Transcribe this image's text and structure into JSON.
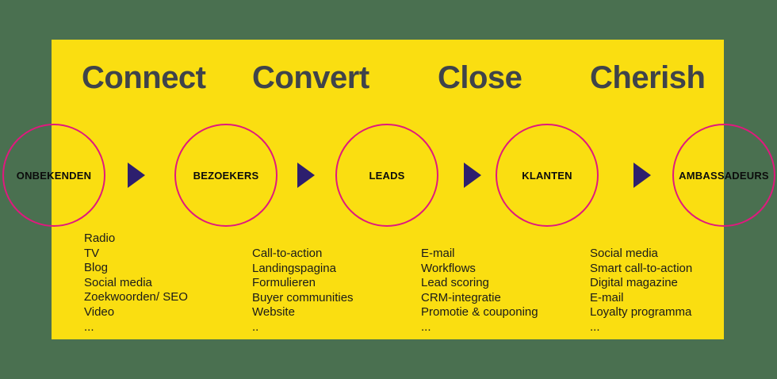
{
  "canvas": {
    "background_color": "#4a7050",
    "panel_color": "#fade11",
    "accent_circle_color": "#e0197e",
    "arrow_color": "#2d1f6e",
    "heading_color": "#3f434a"
  },
  "headings": [
    {
      "label": "Connect"
    },
    {
      "label": "Convert"
    },
    {
      "label": "Close"
    },
    {
      "label": "Cherish"
    }
  ],
  "stages": [
    {
      "label": "ONBEKENDEN"
    },
    {
      "label": "BEZOEKERS"
    },
    {
      "label": "LEADS"
    },
    {
      "label": "KLANTEN"
    },
    {
      "label": "AMBASSADEURS"
    }
  ],
  "arrows": [
    {
      "name": "arrow-connect-to-convert"
    },
    {
      "name": "arrow-convert-to-close"
    },
    {
      "name": "arrow-close-to-cherish"
    },
    {
      "name": "arrow-cherish-to-ambassadeurs"
    }
  ],
  "columns": [
    {
      "items": [
        "Radio",
        "TV",
        "Blog",
        "Social media",
        "Zoekwoorden/ SEO",
        "Video",
        "..."
      ]
    },
    {
      "items": [
        "Call-to-action",
        "Landingspagina",
        "Formulieren",
        "Buyer communities",
        "Website",
        ".."
      ]
    },
    {
      "items": [
        "E-mail",
        "Workflows",
        "Lead scoring",
        "CRM-integratie",
        "Promotie & couponing",
        "..."
      ]
    },
    {
      "items": [
        "Social media",
        "Smart call-to-action",
        "Digital magazine",
        "E-mail",
        "Loyalty programma",
        "..."
      ]
    }
  ]
}
